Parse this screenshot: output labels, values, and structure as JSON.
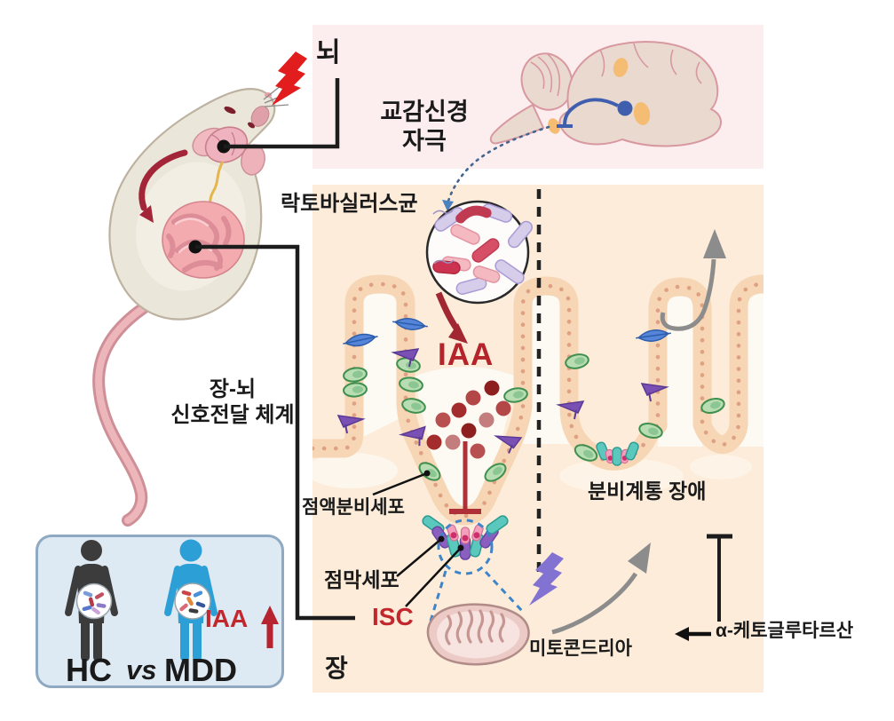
{
  "figure": {
    "title_implicit": "Gut-brain axis: stress, sympathetic nerve stimulation, Lactobacillus-derived IAA and intestinal stem cells",
    "language": "Korean"
  },
  "labels": {
    "brain": "뇌",
    "sympathetic_stimulation": "교감신경\n자극",
    "lactobacillus": "락토바실러스균",
    "iaa_main": "IAA",
    "gut_brain_axis": "장-뇌\n신호전달 체계",
    "mucus_secreting_cell": "점액분비세포",
    "mucosa_cell": "점막세포",
    "isc": "ISC",
    "secretory_disorder": "분비계통 장애",
    "mitochondria": "미토콘드리아",
    "alpha_ketoglutarate": "α-케토글루타르산",
    "gut": "장",
    "hc": "HC",
    "vs": "vs",
    "mdd": "MDD",
    "iaa_box": "IAA"
  },
  "icons": {
    "stress": "lightning-bolt-red",
    "mito_damage": "lightning-bolt-purple",
    "secretion_escape": "curved-up-arrow-gray",
    "iaa_increase": "up-arrow-red",
    "akg_supply": "left-arrow-black",
    "inhibition_iaa": "t-bar-red",
    "inhibition_akg": "t-bar-black",
    "left_right_divider": "dashed-vertical-line",
    "bacteria_inset": "magnified-circle"
  },
  "colors": {
    "panel_pink": "#fcedef",
    "panel_peach": "#fcecd9",
    "hcmdd_box_bg": "#dde9f3",
    "hcmdd_box_border": "#8fa9c2",
    "accent_red": "#b6242b",
    "isc_red": "#c2272e",
    "hc_figure": "#3c3c3c",
    "mdd_figure": "#2b9fd6",
    "lightning_red": "#e11d1d",
    "lightning_purple": "#8273d2",
    "gray_arrow": "#8c8c8c",
    "epithelium": "#f6d6b5",
    "goblet_green": "#b9ddb2",
    "paneth_purple": "#7b50b4",
    "endocrine_blue": "#5585d8",
    "crypt_teal": "#5bc8bd",
    "crypt_pink": "#f2a0bc",
    "neuron_blue": "#3f5fae",
    "mito_fill": "#eccac6"
  }
}
